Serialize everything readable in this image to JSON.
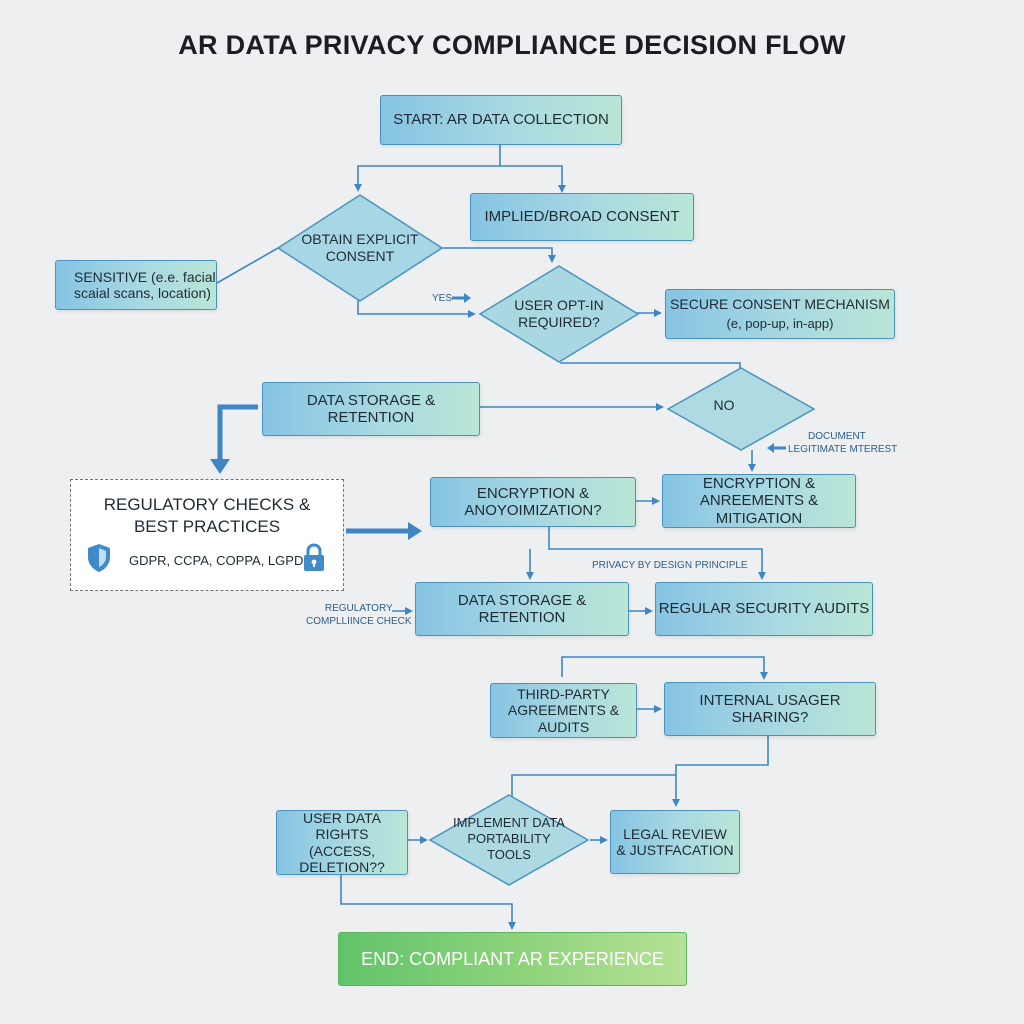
{
  "title": "AR DATA PRIVACY COMPLIANCE DECISION FLOW",
  "nodes": {
    "start": "START: AR DATA COLLECTION",
    "implied_consent": "IMPLIED/BROAD CONSENT",
    "explicit_consent": {
      "line1": "OBTAIN EXPLICIT",
      "line2": "CONSENT"
    },
    "sensitive": {
      "line1": "SENSITIVE (e.e. facial",
      "line2": "scaial scans, location)"
    },
    "opt_in": {
      "line1": "USER OPT-IN",
      "line2": "REQUIRED?"
    },
    "secure_consent": {
      "line1": "SECURE CONSENT MECHANISM",
      "line2": "(e, pop-up, in-app)"
    },
    "storage_top": "DATA STORAGE & RETENTION",
    "no": "NO",
    "regulatory": {
      "line1": "REGULATORY CHECKS &",
      "line2": "BEST PRACTICES",
      "laws": "GDPR, CCPA, COPPA, LGPD"
    },
    "encryption_q": {
      "line1": "ENCRYPTION &",
      "line2": "ANOYOIMIZATION?"
    },
    "encryption_agree": {
      "line1": "ENCRYPTION &",
      "line2": "ANREEMENTS & MITIGATION"
    },
    "storage_mid": "DATA STORAGE & RETENTION",
    "audits": "REGULAR SECURITY AUDITS",
    "third_party": {
      "line1": "THIRD-PARTY",
      "line2": "AGREEMENTS & AUDITS"
    },
    "internal": "INTERNAL USAGER SHARING?",
    "user_rights": {
      "line1": "USER DATA RIGHTS",
      "line2": "(ACCESS, DELETION??"
    },
    "portability": {
      "line1": "IMPLEMENT DATA",
      "line2": "PORTABILITY TOOLS"
    },
    "legal": {
      "line1": "LEGAL REVIEW",
      "line2": "& JUSTFACATION"
    },
    "end": "END: COMPLIANT AR EXPERIENCE"
  },
  "notes": {
    "yes": "YES",
    "document": "DOCUMENT",
    "legit": "LEGITIMATE MTEREST",
    "privacy_design": "PRIVACY BY DESIGN PRINCIPLE",
    "reg_check1": "REGULATORY",
    "reg_check2": "COMPLLIINCE CHECK"
  },
  "icons": [
    "shield-icon",
    "lock-icon"
  ],
  "colors": {
    "box_start": "#86c4e3",
    "box_end": "#b9e6d6",
    "connector": "#3f86c3",
    "end_box": "#62c46a",
    "background": "#eeeff1"
  }
}
